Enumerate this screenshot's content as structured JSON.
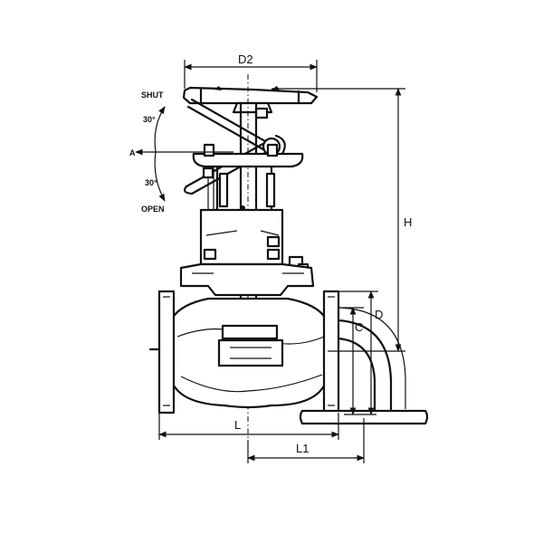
{
  "diagram": {
    "labels": {
      "d2": "D2",
      "shut": "SHUT",
      "open": "OPEN",
      "angle_top": "30°",
      "angle_bottom": "30°",
      "a": "A",
      "h": "H",
      "c": "C",
      "d": "D",
      "l": "L",
      "l1": "L1"
    }
  }
}
